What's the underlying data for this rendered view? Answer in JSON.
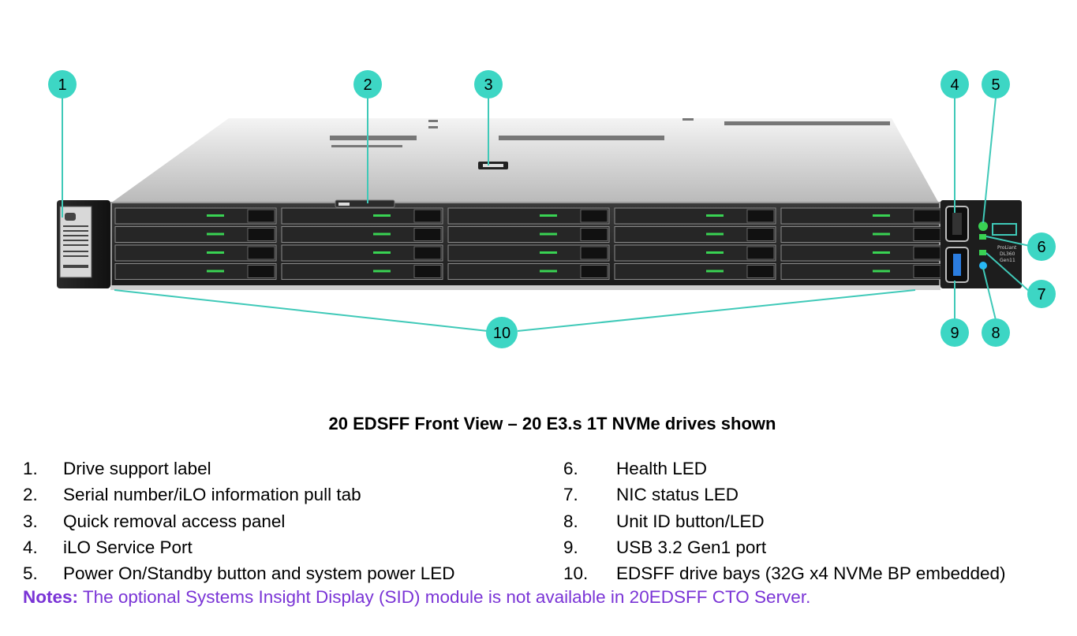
{
  "callouts": [
    {
      "id": "1",
      "label": "1"
    },
    {
      "id": "2",
      "label": "2"
    },
    {
      "id": "3",
      "label": "3"
    },
    {
      "id": "4",
      "label": "4"
    },
    {
      "id": "5",
      "label": "5"
    },
    {
      "id": "6",
      "label": "6"
    },
    {
      "id": "7",
      "label": "7"
    },
    {
      "id": "8",
      "label": "8"
    },
    {
      "id": "9",
      "label": "9"
    },
    {
      "id": "10",
      "label": "10"
    }
  ],
  "server": {
    "model_label_1": "ProLiant",
    "model_label_2": "DL360",
    "model_label_3": "Gen11"
  },
  "caption": "20 EDSFF Front View – 20 E3.s 1T NVMe drives shown",
  "legend_left": [
    {
      "num": "1.",
      "text": "Drive support label"
    },
    {
      "num": "2.",
      "text": "Serial number/iLO information pull tab"
    },
    {
      "num": "3.",
      "text": "Quick removal access panel"
    },
    {
      "num": "4.",
      "text": "iLO Service Port"
    },
    {
      "num": "5.",
      "text": "Power On/Standby button and system power LED"
    }
  ],
  "legend_right": [
    {
      "num": "6.",
      "text": "Health LED"
    },
    {
      "num": "7.",
      "text": "NIC status LED"
    },
    {
      "num": "8.",
      "text": "Unit ID button/LED"
    },
    {
      "num": "9.",
      "text": "USB 3.2 Gen1 port"
    },
    {
      "num": "10.",
      "text": "EDSFF drive bays (32G x4 NVMe BP embedded)"
    }
  ],
  "notes": {
    "label": "Notes:",
    "text": " The optional Systems Insight Display (SID) module is not available in 20EDSFF CTO Server."
  },
  "colors": {
    "callout_fill": "#3dd6c4",
    "leader_line": "#3fc9b8",
    "notes_text": "#7a34d6",
    "led_green": "#39d353",
    "led_blue": "#27b7f5"
  }
}
